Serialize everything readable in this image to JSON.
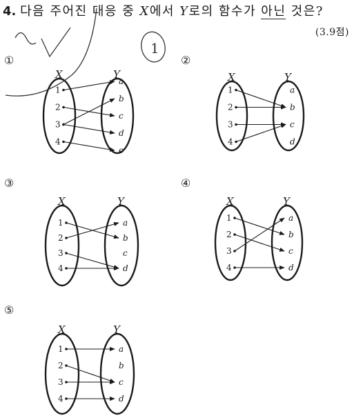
{
  "question": {
    "number": "4.",
    "parts": [
      "다음 주어진 대응 중 ",
      "X",
      "에서 ",
      "Y",
      "로의 함수가 ",
      "아닌",
      " 것은?"
    ],
    "points": "(3.9점)"
  },
  "options": [
    {
      "label": "①",
      "set_x": {
        "label": "X",
        "elements": [
          "1",
          "2",
          "3",
          "4"
        ]
      },
      "set_y": {
        "label": "Y",
        "elements": [
          "a",
          "b",
          "c",
          "d",
          "e"
        ]
      },
      "arrows": [
        [
          "1",
          "a"
        ],
        [
          "2",
          "c"
        ],
        [
          "3",
          "b"
        ],
        [
          "3",
          "d"
        ],
        [
          "4",
          "e"
        ]
      ]
    },
    {
      "label": "②",
      "set_x": {
        "label": "X",
        "elements": [
          "1",
          "2",
          "3",
          "4"
        ]
      },
      "set_y": {
        "label": "Y",
        "elements": [
          "a",
          "b",
          "c",
          "d"
        ]
      },
      "arrows": [
        [
          "1",
          "b"
        ],
        [
          "2",
          "b"
        ],
        [
          "3",
          "c"
        ],
        [
          "4",
          "c"
        ]
      ]
    },
    {
      "label": "③",
      "set_x": {
        "label": "X",
        "elements": [
          "1",
          "2",
          "3",
          "4"
        ]
      },
      "set_y": {
        "label": "Y",
        "elements": [
          "a",
          "b",
          "c",
          "d"
        ]
      },
      "arrows": [
        [
          "1",
          "b"
        ],
        [
          "2",
          "a"
        ],
        [
          "3",
          "d"
        ],
        [
          "4",
          "d"
        ]
      ]
    },
    {
      "label": "④",
      "set_x": {
        "label": "X",
        "elements": [
          "1",
          "2",
          "3",
          "4"
        ]
      },
      "set_y": {
        "label": "Y",
        "elements": [
          "a",
          "b",
          "c",
          "d"
        ]
      },
      "arrows": [
        [
          "1",
          "b"
        ],
        [
          "2",
          "c"
        ],
        [
          "3",
          "a"
        ],
        [
          "4",
          "d"
        ]
      ]
    },
    {
      "label": "⑤",
      "set_x": {
        "label": "X",
        "elements": [
          "1",
          "2",
          "3",
          "4"
        ]
      },
      "set_y": {
        "label": "Y",
        "elements": [
          "a",
          "b",
          "c",
          "d"
        ]
      },
      "arrows": [
        [
          "1",
          "a"
        ],
        [
          "2",
          "c"
        ],
        [
          "3",
          "c"
        ],
        [
          "4",
          "d"
        ]
      ]
    }
  ],
  "handwriting": {
    "answer_mark": "1",
    "color": "#333333"
  }
}
